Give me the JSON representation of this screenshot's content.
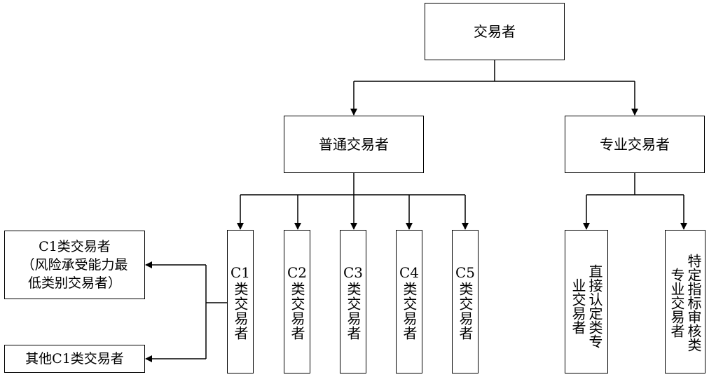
{
  "nodes": {
    "root": "交易者",
    "ordinary": "普通交易者",
    "professional": "专业交易者",
    "c1": {
      "code": "C1",
      "suffix": "类交易者"
    },
    "c2": {
      "code": "C2",
      "suffix": "类交易者"
    },
    "c3": {
      "code": "C3",
      "suffix": "类交易者"
    },
    "c4": {
      "code": "C4",
      "suffix": "类交易者"
    },
    "c5": {
      "code": "C5",
      "suffix": "类交易者"
    },
    "direct_professional": "直接认定类专业交易者",
    "specific_professional": "特定指标审核类专业交易者",
    "c1_lowest": {
      "line1": "C1类交易者",
      "line2": "（风险承受能力最",
      "line3": "低类别交易者）"
    },
    "c1_other": "其他C1类交易者"
  }
}
